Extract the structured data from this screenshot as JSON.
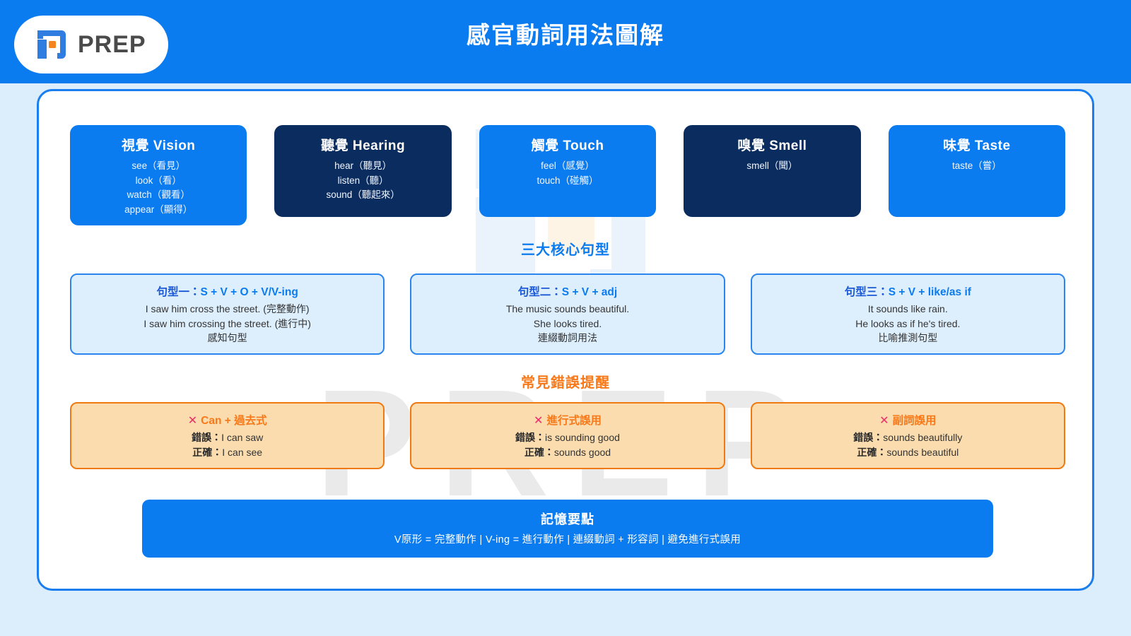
{
  "brand": {
    "logo_icon": "prep-bracket-logo-icon",
    "wordmark": "PREP",
    "watermark_text": "PREP",
    "colors": {
      "primary_blue": "#0b7bf0",
      "navy": "#0b2c5e",
      "orange": "#f7791a",
      "error_pink": "#ef2b6a",
      "page_bg": "#dceefc"
    }
  },
  "header": {
    "title": "感官動詞用法圖解"
  },
  "senses": [
    {
      "title": "視覺 Vision",
      "theme": "blue",
      "verbs": [
        "see（看見）",
        "look（看）",
        "watch（觀看）",
        "appear（顯得）"
      ]
    },
    {
      "title": "聽覺 Hearing",
      "theme": "navy",
      "verbs": [
        "hear（聽見）",
        "listen（聽）",
        "sound（聽起來）"
      ]
    },
    {
      "title": "觸覺 Touch",
      "theme": "blue",
      "verbs": [
        "feel（感覺）",
        "touch（碰觸）"
      ]
    },
    {
      "title": "嗅覺 Smell",
      "theme": "navy",
      "verbs": [
        "smell（聞）"
      ]
    },
    {
      "title": "味覺 Taste",
      "theme": "blue",
      "verbs": [
        "taste（嘗）"
      ]
    }
  ],
  "patterns_section": {
    "heading": "三大核心句型",
    "items": [
      {
        "label": "句型一：",
        "formula": "S + V + O + V/V-ing",
        "examples": [
          "I saw him cross the street. (完整動作)",
          "I saw him crossing the street. (進行中)"
        ],
        "tag": "感知句型"
      },
      {
        "label": "句型二：",
        "formula": "S + V + adj",
        "examples": [
          "The music sounds beautiful.",
          "She looks tired."
        ],
        "tag": "連綴動詞用法"
      },
      {
        "label": "句型三：",
        "formula": "S + V + like/as if",
        "examples": [
          "It sounds like rain.",
          "He looks as if he's tired."
        ],
        "tag": "比喻推測句型"
      }
    ]
  },
  "errors_section": {
    "heading": "常見錯誤提醒",
    "x_mark": "✕",
    "items": [
      {
        "title": "Can + 過去式",
        "wrong_label": "錯誤：",
        "wrong": "I can saw",
        "right_label": "正確：",
        "right": "I can see"
      },
      {
        "title": "進行式誤用",
        "wrong_label": "錯誤：",
        "wrong": "is sounding good",
        "right_label": "正確：",
        "right": "sounds good"
      },
      {
        "title": "副詞誤用",
        "wrong_label": "錯誤：",
        "wrong": "sounds beautifully",
        "right_label": "正確：",
        "right": "sounds beautiful"
      }
    ]
  },
  "memory": {
    "title": "記憶要點",
    "subtitle": "V原形 = 完整動作 | V-ing = 進行動作 | 連綴動詞 + 形容詞 | 避免進行式誤用"
  }
}
